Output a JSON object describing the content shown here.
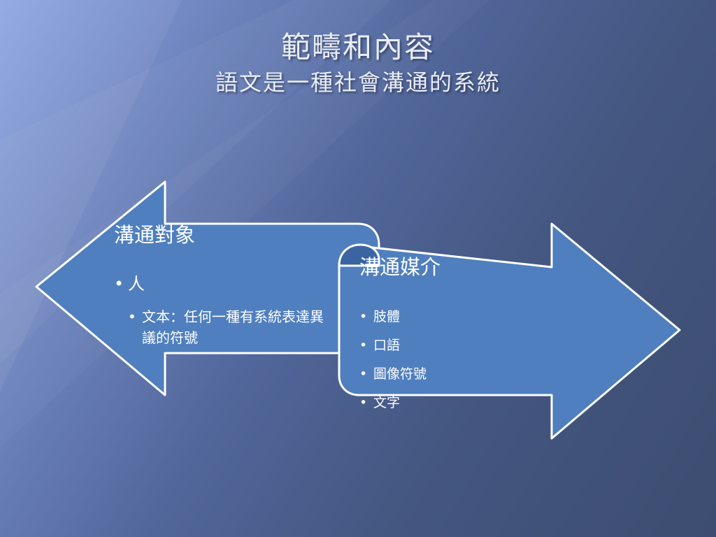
{
  "slide": {
    "title": "範疇和內容",
    "subtitle": "語文是一種社會溝通的系統"
  },
  "left_arrow": {
    "heading": "溝通對象",
    "items": [
      {
        "text": "人"
      },
      {
        "text": "文本：任何一種有系統表達異議的符號"
      }
    ]
  },
  "right_arrow": {
    "heading": "溝通媒介",
    "items": [
      {
        "text": "肢體"
      },
      {
        "text": "口語"
      },
      {
        "text": "圖像符號"
      },
      {
        "text": "文字"
      }
    ]
  },
  "colors": {
    "arrow_fill": "#4f7fbe",
    "arrow_outline": "#ffffff",
    "text": "#ffffff"
  }
}
